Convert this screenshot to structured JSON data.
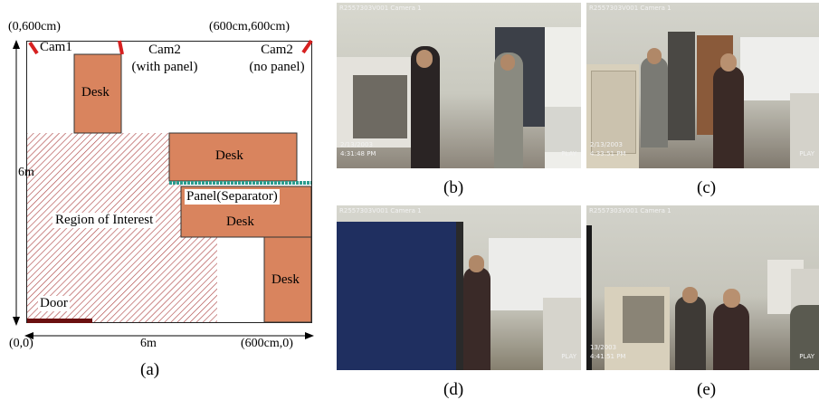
{
  "floorplan": {
    "corner_top_left": "(0,600cm)",
    "corner_top_right": "(600cm,600cm)",
    "corner_bottom_left": "(0,0)",
    "corner_bottom_right": "(600cm,0)",
    "width_label": "6m",
    "height_label": "6m",
    "cam1": "Cam1",
    "cam2_panel_line1": "Cam2",
    "cam2_panel_line2": "(with panel)",
    "cam2_nopanel_line1": "Cam2",
    "cam2_nopanel_line2": "(no panel)",
    "desk_label": "Desk",
    "panel_label": "Panel(Separator)",
    "roi_label": "Region of Interest",
    "door_label": "Door",
    "caption": "(a)",
    "colors": {
      "desk": "#d9845e",
      "hatch": "#b04a4a",
      "door": "#6b1010",
      "panel": "#2a9d8f",
      "camera": "#d62020"
    }
  },
  "frames": [
    {
      "caption": "(b)",
      "header": "R2557303V001   Camera 1",
      "date": "2/13/2003",
      "time": "4:31:48 PM",
      "status": "PLAY"
    },
    {
      "caption": "(c)",
      "header": "R2557303V001   Camera 1",
      "date": "2/13/2003",
      "time": "4:33:51 PM",
      "status": "PLAY"
    },
    {
      "caption": "(d)",
      "header": "R2557303V001   Camera 1",
      "date": "",
      "time": "",
      "status": "PLAY"
    },
    {
      "caption": "(e)",
      "header": "R2557303V001   Camera 1",
      "date": "13/2003",
      "time": "4:41:51 PM",
      "status": "PLAY"
    }
  ]
}
